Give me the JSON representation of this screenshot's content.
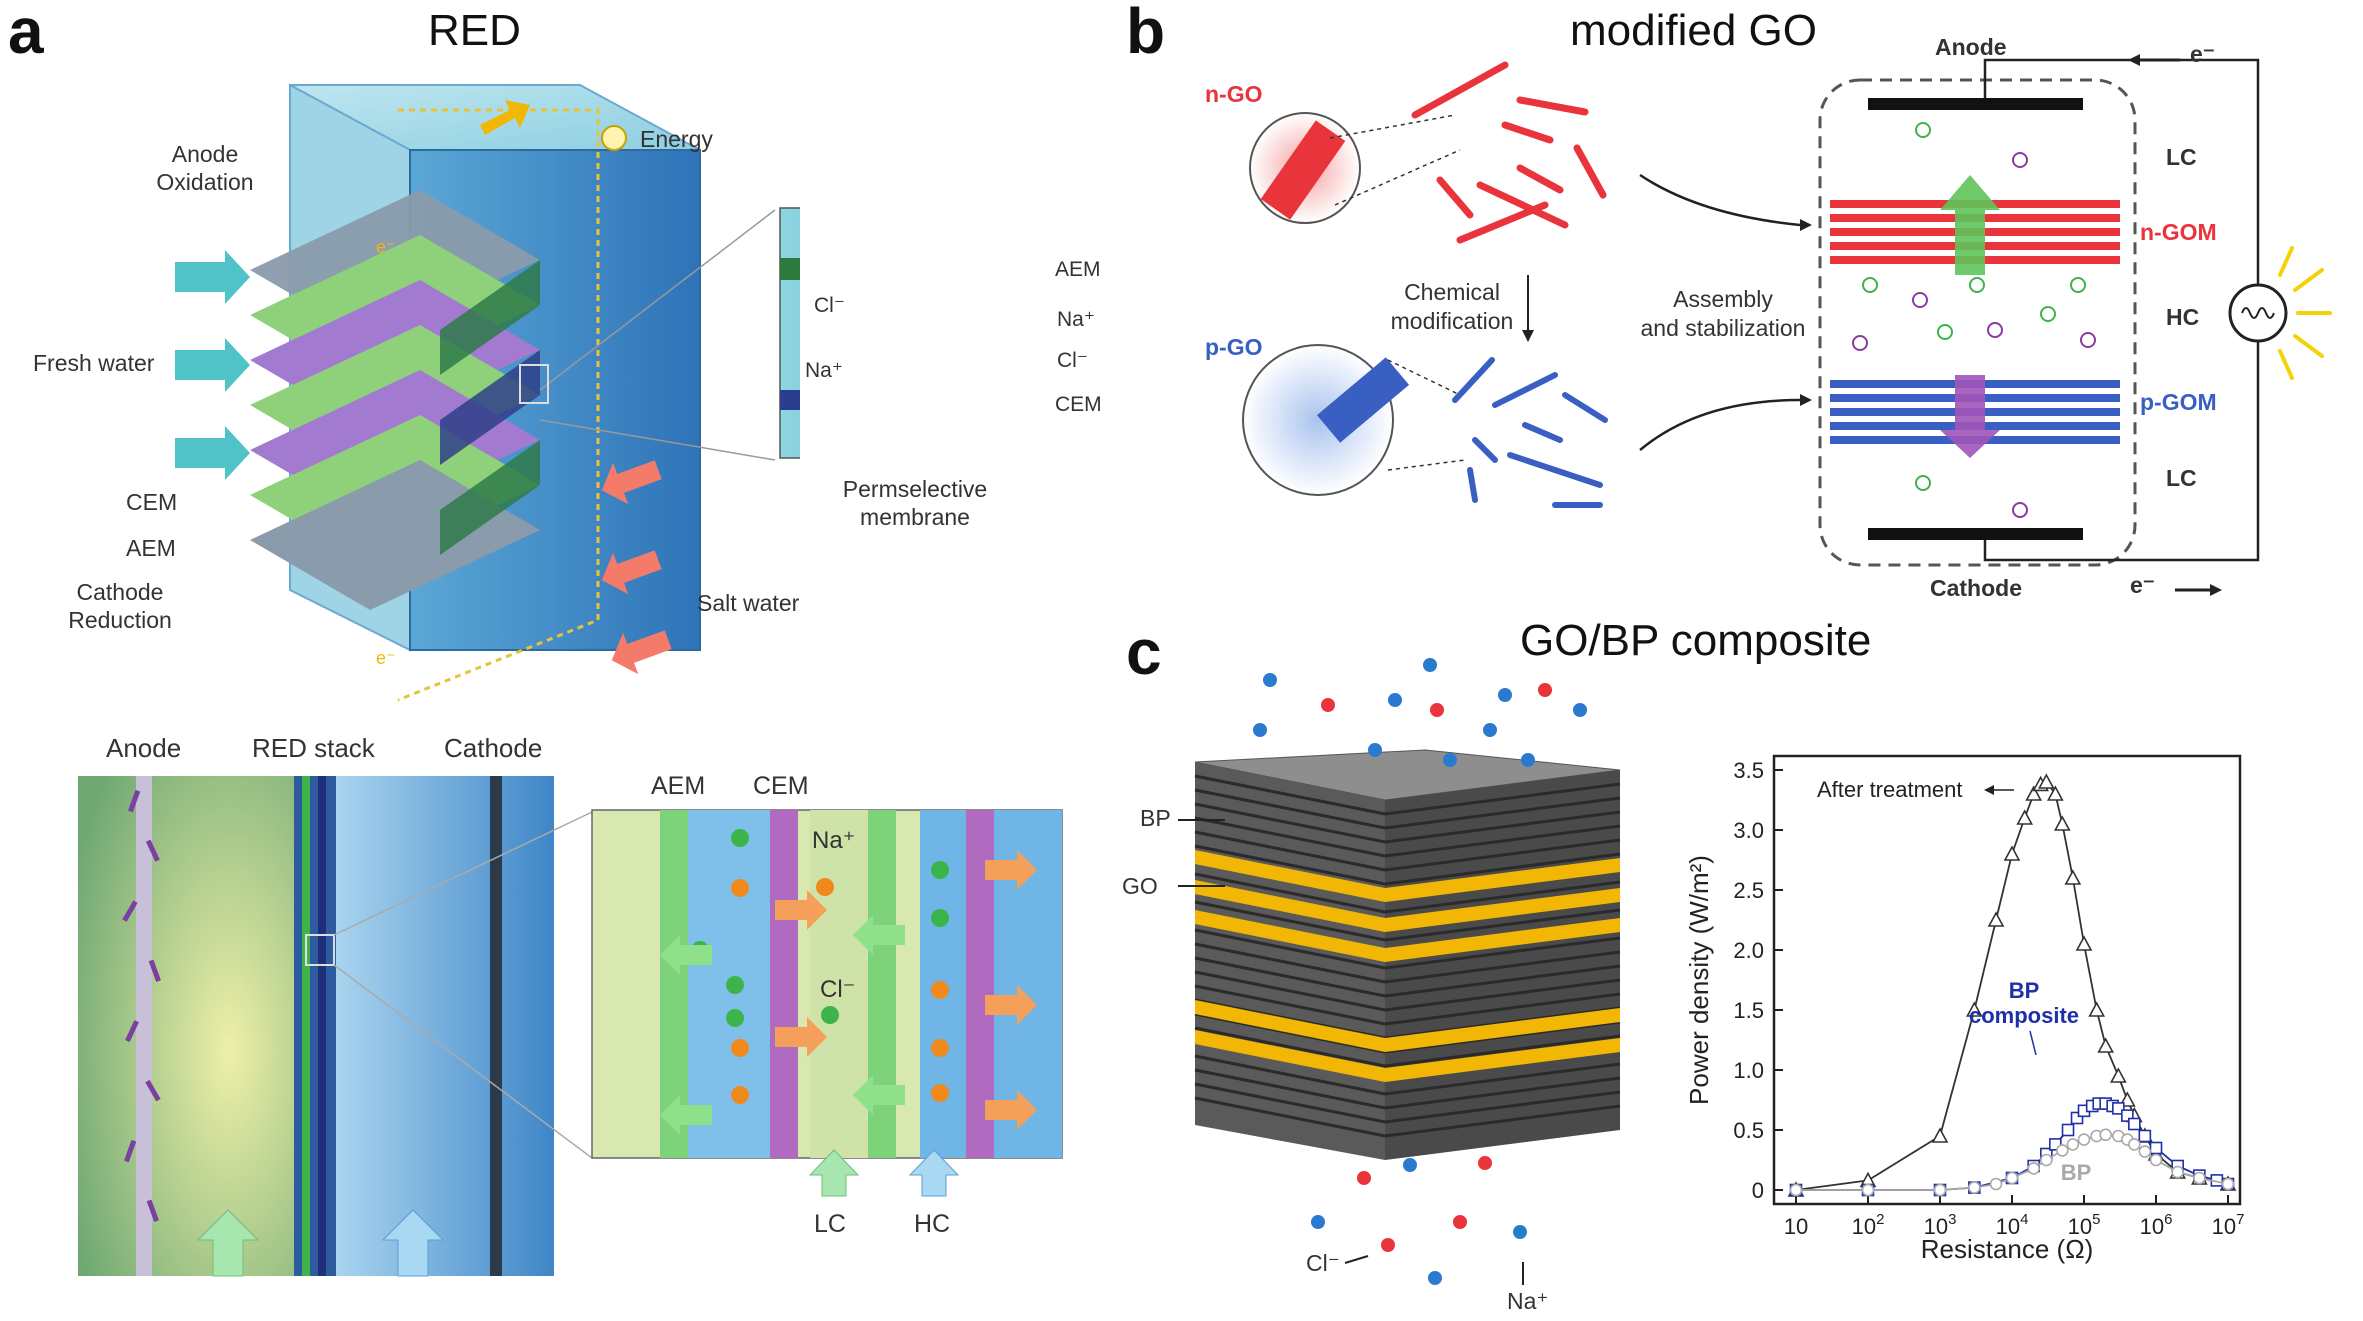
{
  "panel_a": {
    "letter": "a",
    "title": "RED",
    "labels": {
      "anode_oxidation_1": "Anode",
      "anode_oxidation_2": "Oxidation",
      "energy": "Energy",
      "electron": "e⁻",
      "fresh_water": "Fresh water",
      "cem": "CEM",
      "aem": "AEM",
      "cathode_reduction_1": "Cathode",
      "cathode_reduction_2": "Reduction",
      "salt_water": "Salt water",
      "inset_aem": "AEM",
      "inset_cem": "CEM",
      "inset_cl_left": "Cl⁻",
      "inset_na_left": "Na⁺",
      "inset_na_right": "Na⁺",
      "inset_cl_right": "Cl⁻",
      "permselective_1": "Permselective",
      "permselective_2": "membrane",
      "bottom_anode": "Anode",
      "bottom_red_stack": "RED stack",
      "bottom_cathode": "Cathode",
      "zoom_aem": "AEM",
      "zoom_cem": "CEM",
      "zoom_na": "Na⁺",
      "zoom_cl": "Cl⁻",
      "lc": "LC",
      "hc": "HC"
    }
  },
  "panel_b": {
    "letter": "b",
    "title": "modified GO",
    "labels": {
      "n_go": "n-GO",
      "p_go": "p-GO",
      "chemical_1": "Chemical",
      "chemical_2": "modification",
      "assembly_1": "Assembly",
      "assembly_2": "and stabilization",
      "anode": "Anode",
      "cathode": "Cathode",
      "electron_top": "e⁻",
      "electron_bottom": "e⁻",
      "lc_top": "LC",
      "n_gom": "n-GOM",
      "hc": "HC",
      "p_gom": "p-GOM",
      "lc_bottom": "LC"
    }
  },
  "panel_c": {
    "letter": "c",
    "title": "GO/BP composite",
    "labels": {
      "bp": "BP",
      "go": "GO",
      "cl": "Cl⁻",
      "na": "Na⁺"
    }
  },
  "colors": {
    "go_red": "#e8343a",
    "go_blue": "#3a5fc2",
    "green_ion": "#3cb44a",
    "orange_ion": "#f08a1c",
    "gold_layer": "#f2b705",
    "chart_black": "#333333",
    "chart_blue": "#1f2fa8",
    "chart_gray": "#a8a8a8"
  },
  "chart_data": {
    "type": "scatter",
    "xlabel": "Resistance (Ω)",
    "ylabel": "Power density (W/m²)",
    "x_scale": "log",
    "xlim": [
      10,
      10000000
    ],
    "ylim": [
      0,
      3.5
    ],
    "x_ticks": [
      {
        "value": 10,
        "base": "10",
        "exp": ""
      },
      {
        "value": 100,
        "base": "10",
        "exp": "2"
      },
      {
        "value": 1000,
        "base": "10",
        "exp": "3"
      },
      {
        "value": 10000,
        "base": "10",
        "exp": "4"
      },
      {
        "value": 100000,
        "base": "10",
        "exp": "5"
      },
      {
        "value": 1000000,
        "base": "10",
        "exp": "6"
      },
      {
        "value": 10000000,
        "base": "10",
        "exp": "7"
      }
    ],
    "y_ticks": [
      "0",
      "0.5",
      "1.0",
      "1.5",
      "2.0",
      "2.5",
      "3.0",
      "3.5"
    ],
    "grid": false,
    "annotations": {
      "after_treatment": "After treatment",
      "bp_composite_1": "BP",
      "bp_composite_2": "composite",
      "bp": "BP"
    },
    "series": [
      {
        "name": "After treatment",
        "marker": "triangle",
        "color": "#333333",
        "x": [
          10,
          100,
          1000,
          3000,
          6000,
          10000,
          15000,
          20000,
          25000,
          30000,
          40000,
          50000,
          70000,
          100000,
          150000,
          200000,
          300000,
          400000,
          500000,
          700000,
          1000000,
          2000000,
          4000000,
          10000000
        ],
        "y": [
          0.0,
          0.08,
          0.45,
          1.5,
          2.25,
          2.8,
          3.1,
          3.3,
          3.38,
          3.4,
          3.3,
          3.05,
          2.6,
          2.05,
          1.5,
          1.2,
          0.95,
          0.75,
          0.62,
          0.45,
          0.3,
          0.15,
          0.1,
          0.05
        ]
      },
      {
        "name": "BP composite",
        "marker": "square",
        "color": "#1f2fa8",
        "x": [
          10,
          100,
          1000,
          3000,
          10000,
          20000,
          30000,
          40000,
          60000,
          80000,
          100000,
          130000,
          160000,
          200000,
          250000,
          300000,
          400000,
          500000,
          700000,
          1000000,
          2000000,
          4000000,
          7000000,
          10000000
        ],
        "y": [
          0.0,
          0.0,
          0.0,
          0.02,
          0.1,
          0.2,
          0.3,
          0.38,
          0.5,
          0.6,
          0.66,
          0.7,
          0.72,
          0.72,
          0.7,
          0.68,
          0.62,
          0.55,
          0.45,
          0.35,
          0.2,
          0.12,
          0.08,
          0.05
        ]
      },
      {
        "name": "BP",
        "marker": "circle",
        "color": "#a8a8a8",
        "x": [
          10,
          100,
          1000,
          3000,
          6000,
          10000,
          20000,
          30000,
          50000,
          70000,
          100000,
          150000,
          200000,
          300000,
          400000,
          500000,
          700000,
          1000000,
          2000000,
          4000000,
          10000000
        ],
        "y": [
          0.0,
          0.0,
          0.0,
          0.02,
          0.05,
          0.1,
          0.18,
          0.25,
          0.33,
          0.38,
          0.42,
          0.45,
          0.46,
          0.45,
          0.42,
          0.38,
          0.32,
          0.25,
          0.15,
          0.1,
          0.05
        ]
      }
    ]
  }
}
